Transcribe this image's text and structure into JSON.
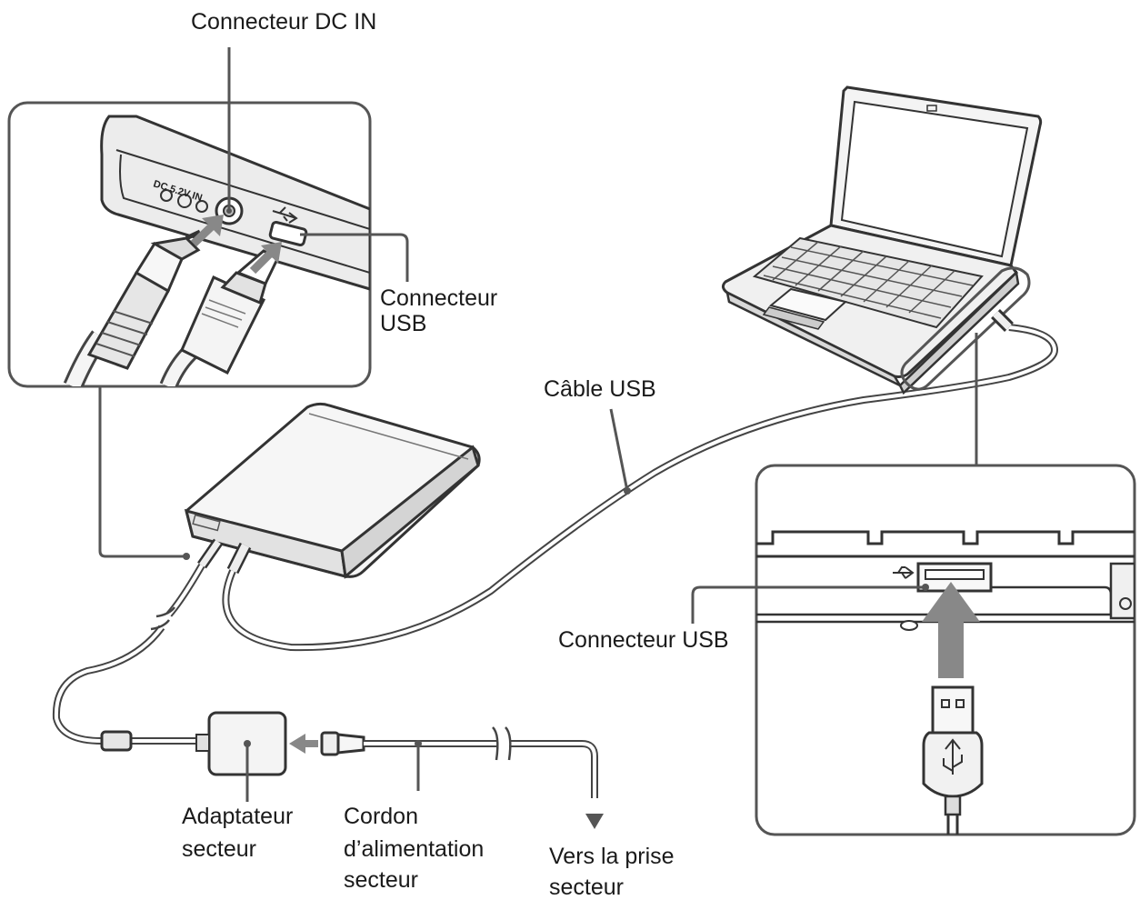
{
  "labels": {
    "dc_in_connector": "Connecteur DC IN",
    "usb_connector_drive_l1": "Connecteur",
    "usb_connector_drive_l2": "USB",
    "usb_cable": "Câble USB",
    "usb_connector_laptop": "Connecteur USB",
    "ac_adapter_l1": "Adaptateur",
    "ac_adapter_l2": "secteur",
    "power_cord_l1": "Cordon",
    "power_cord_l2": "d’alimentation",
    "power_cord_l3": "secteur",
    "to_outlet_l1": "Vers la prise",
    "to_outlet_l2": "secteur"
  },
  "port_markings": {
    "dc_rating": "DC 5.2V IN"
  },
  "icons": [
    "usb-icon",
    "dc-polarity-icon",
    "arrow-icon"
  ],
  "colors": {
    "line": "#555555",
    "device_fill": "#f2f2f2",
    "device_shade": "#d6d6d6",
    "arrow": "#888888",
    "text": "#1a1a1a"
  }
}
